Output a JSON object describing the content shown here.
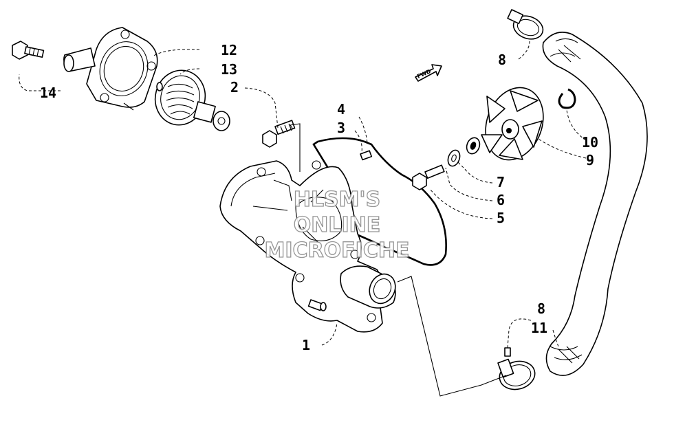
{
  "callouts": {
    "c1": "1",
    "c2": "2",
    "c3": "3",
    "c4": "4",
    "c5": "5",
    "c6": "6",
    "c7": "7",
    "c8a": "8",
    "c8b": "8",
    "c9": "9",
    "c10": "10",
    "c11": "11",
    "c12": "12",
    "c13": "13",
    "c14": "14"
  },
  "watermark": {
    "line1": "HLSM'S",
    "line2": "ONLINE",
    "line3": "MICROFICHE"
  },
  "direction_arrow": {
    "text": "FWD"
  }
}
